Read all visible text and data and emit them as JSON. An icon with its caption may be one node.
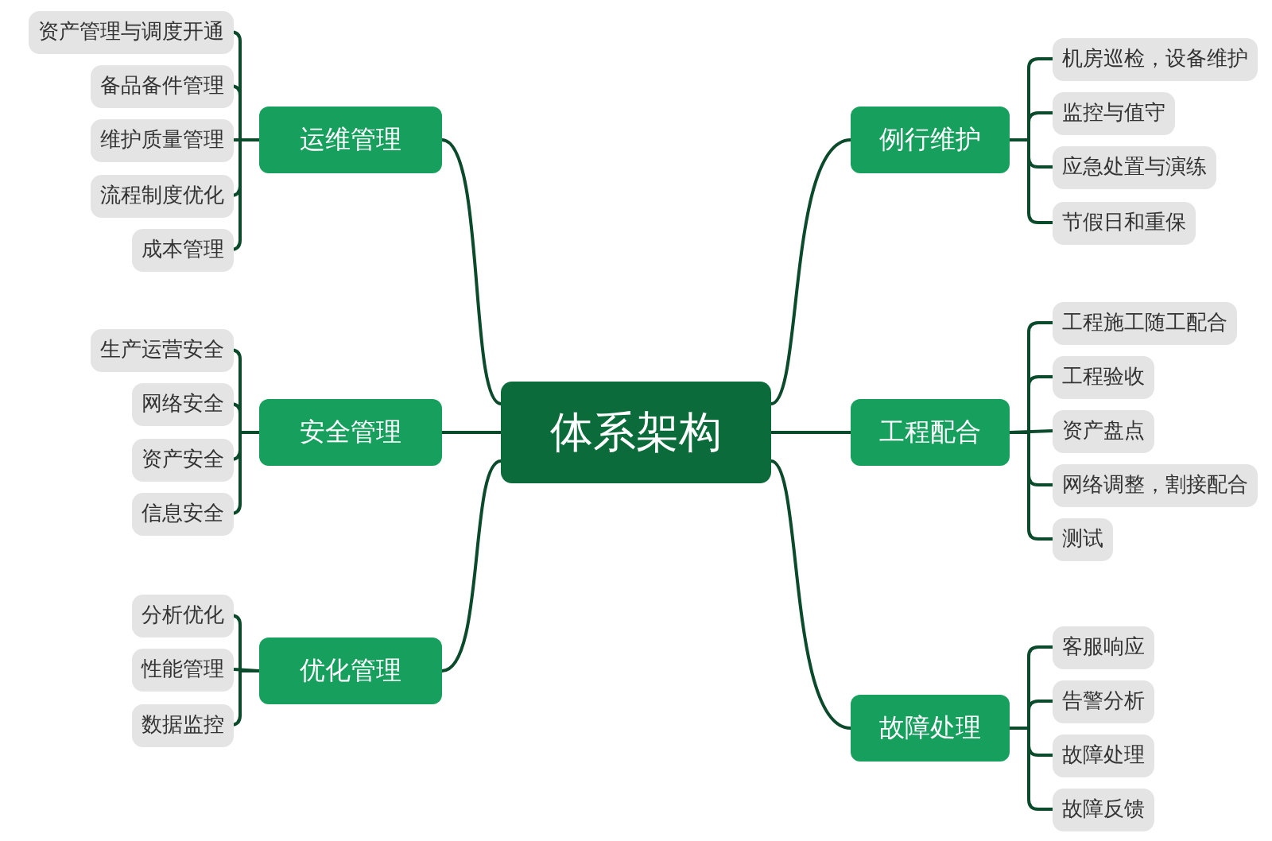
{
  "diagram": {
    "nodes": [
      {
        "text": [
          "体系架构"
        ]
      },
      {
        "text": [
          "运维管理"
        ]
      },
      {
        "text": [
          "资产管理与调度开通"
        ]
      },
      {
        "text": [
          "备品备件管理"
        ]
      },
      {
        "text": [
          "维护质量管理"
        ]
      },
      {
        "text": [
          "流程制度优化"
        ]
      },
      {
        "text": [
          "成本管理"
        ]
      },
      {
        "text": [
          "安全管理"
        ]
      },
      {
        "text": [
          "生产运营安全"
        ]
      },
      {
        "text": [
          "网络安全"
        ]
      },
      {
        "text": [
          "资产安全"
        ]
      },
      {
        "text": [
          "信息安全"
        ]
      },
      {
        "text": [
          "优化管理"
        ]
      },
      {
        "text": [
          "分析优化"
        ]
      },
      {
        "text": [
          "性能管理"
        ]
      },
      {
        "text": [
          "数据监控"
        ]
      },
      {
        "text": [
          "例行维护"
        ]
      },
      {
        "text": [
          "机房巡检，设备维护"
        ]
      },
      {
        "text": [
          "监控与值守"
        ]
      },
      {
        "text": [
          "应急处置与演练"
        ]
      },
      {
        "text": [
          "节假日和重保"
        ]
      },
      {
        "text": [
          "工程配合"
        ]
      },
      {
        "text": [
          "工程施工随工配合"
        ]
      },
      {
        "text": [
          "工程验收"
        ]
      },
      {
        "text": [
          "资产盘点"
        ]
      },
      {
        "text": [
          "网络调整，割接配合"
        ]
      },
      {
        "text": [
          "测试"
        ]
      },
      {
        "text": [
          "故障处理"
        ]
      },
      {
        "text": [
          "客服响应"
        ]
      },
      {
        "text": [
          "告警分析"
        ]
      },
      {
        "text": [
          "故障处理"
        ]
      },
      {
        "text": [
          "故障反馈"
        ]
      }
    ],
    "edges": [
      {
        "from": 0,
        "to": 1,
        "arrow": "none"
      },
      {
        "from": 1,
        "to": 2,
        "arrow": "none"
      },
      {
        "from": 1,
        "to": 3,
        "arrow": "none"
      },
      {
        "from": 1,
        "to": 4,
        "arrow": "none"
      },
      {
        "from": 1,
        "to": 5,
        "arrow": "none"
      },
      {
        "from": 1,
        "to": 6,
        "arrow": "none"
      },
      {
        "from": 0,
        "to": 7,
        "arrow": "none"
      },
      {
        "from": 7,
        "to": 8,
        "arrow": "none"
      },
      {
        "from": 7,
        "to": 9,
        "arrow": "none"
      },
      {
        "from": 7,
        "to": 10,
        "arrow": "none"
      },
      {
        "from": 7,
        "to": 11,
        "arrow": "none"
      },
      {
        "from": 0,
        "to": 12,
        "arrow": "none"
      },
      {
        "from": 12,
        "to": 13,
        "arrow": "none"
      },
      {
        "from": 12,
        "to": 14,
        "arrow": "none"
      },
      {
        "from": 12,
        "to": 15,
        "arrow": "none"
      },
      {
        "from": 0,
        "to": 16,
        "arrow": "none"
      },
      {
        "from": 16,
        "to": 17,
        "arrow": "none"
      },
      {
        "from": 16,
        "to": 18,
        "arrow": "none"
      },
      {
        "from": 16,
        "to": 19,
        "arrow": "none"
      },
      {
        "from": 16,
        "to": 20,
        "arrow": "none"
      },
      {
        "from": 0,
        "to": 21,
        "arrow": "none"
      },
      {
        "from": 21,
        "to": 22,
        "arrow": "none"
      },
      {
        "from": 21,
        "to": 23,
        "arrow": "none"
      },
      {
        "from": 21,
        "to": 24,
        "arrow": "none"
      },
      {
        "from": 21,
        "to": 25,
        "arrow": "none"
      },
      {
        "from": 21,
        "to": 26,
        "arrow": "none"
      },
      {
        "from": 0,
        "to": 27,
        "arrow": "none"
      },
      {
        "from": 27,
        "to": 28,
        "arrow": "none"
      },
      {
        "from": 27,
        "to": 29,
        "arrow": "none"
      },
      {
        "from": 27,
        "to": 30,
        "arrow": "none"
      },
      {
        "from": 27,
        "to": 31,
        "arrow": "none"
      }
    ]
  }
}
